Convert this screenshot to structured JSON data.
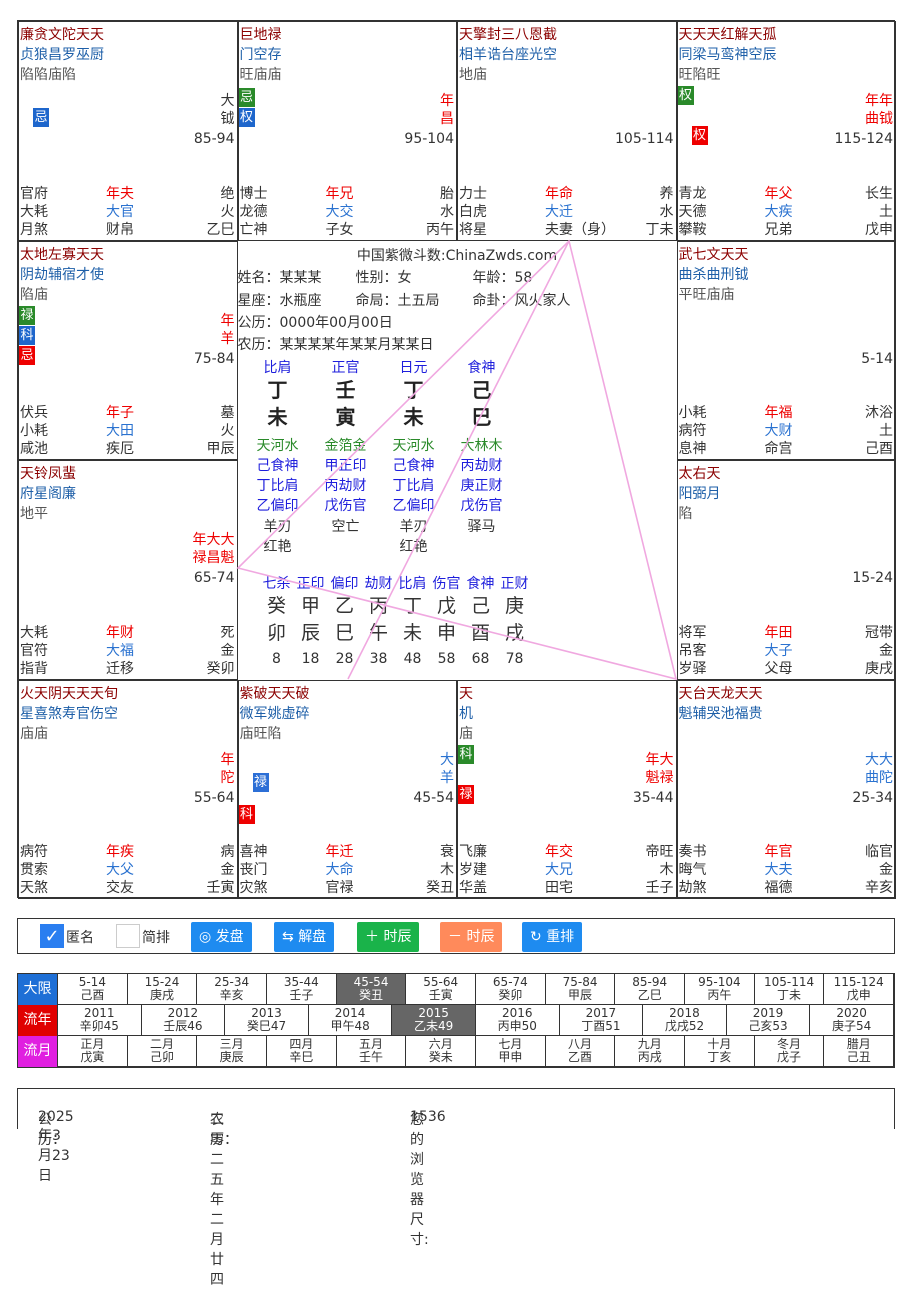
{
  "palaces": [
    {
      "id": "si",
      "s1": "廉贪文陀天天",
      "s2": "贞狼昌罗巫厨",
      "s3": "陷陷庙陷",
      "right": [
        [
          "",
          "大"
        ],
        [
          "",
          "钺"
        ]
      ],
      "age": "85-94",
      "bottom": [
        [
          "官府",
          "年夫",
          "绝"
        ],
        [
          "大耗",
          "大官",
          "火"
        ],
        [
          "月煞",
          "财帛",
          "乙巳"
        ]
      ]
    },
    {
      "id": "wu",
      "s1": "巨地禄",
      "s2": "门空存",
      "s3": "旺庙庙",
      "right": [
        [
          "red",
          "年"
        ],
        [
          "red",
          "昌"
        ]
      ],
      "age": "95-104",
      "bottom": [
        [
          "博士",
          "年兄",
          "胎"
        ],
        [
          "龙德",
          "大交",
          "水"
        ],
        [
          "亡神",
          "子女",
          "丙午"
        ]
      ]
    },
    {
      "id": "wei",
      "s1": "天擎封三八恩截",
      "s2": "相羊诰台座光空",
      "s3": "地庙",
      "right": [],
      "age": "105-114",
      "bottom": [
        [
          "力士",
          "年命",
          "养"
        ],
        [
          "白虎",
          "大迁",
          "水"
        ],
        [
          "将星",
          "夫妻（身）",
          "丁未"
        ]
      ]
    },
    {
      "id": "shen",
      "s1": "天天天红解天孤",
      "s2": "同梁马鸾神空辰",
      "s3": "旺陷旺",
      "right": [
        [
          "red",
          "年年"
        ],
        [
          "red",
          "曲钺"
        ]
      ],
      "age": "115-124",
      "bottom": [
        [
          "青龙",
          "年父",
          "长生"
        ],
        [
          "天德",
          "大疾",
          "土"
        ],
        [
          "攀鞍",
          "兄弟",
          "戊申"
        ]
      ]
    },
    {
      "id": "chen",
      "s1": "太地左寡天天",
      "s2": "阴劫辅宿才使",
      "s3": "陷庙",
      "right": [
        [
          "red",
          "年"
        ],
        [
          "red",
          "羊"
        ]
      ],
      "age": "75-84",
      "bottom": [
        [
          "伏兵",
          "年子",
          "墓"
        ],
        [
          "小耗",
          "大田",
          "火"
        ],
        [
          "咸池",
          "疾厄",
          "甲辰"
        ]
      ]
    },
    {
      "id": "you",
      "s1": "武七文天天",
      "s2": "曲杀曲刑钺",
      "s3": "平旺庙庙",
      "right": [],
      "age": "5-14",
      "bottom": [
        [
          "小耗",
          "年福",
          "沐浴"
        ],
        [
          "病符",
          "大财",
          "土"
        ],
        [
          "息神",
          "命宫",
          "己酉"
        ]
      ]
    },
    {
      "id": "mao",
      "s1": "天铃凤蜚",
      "s2": "府星阁廉",
      "s3": "地平",
      "right": [
        [
          "red",
          "年大大"
        ],
        [
          "red",
          "禄昌魁"
        ]
      ],
      "age": "65-74",
      "bottom": [
        [
          "大耗",
          "年财",
          "死"
        ],
        [
          "官符",
          "大福",
          "金"
        ],
        [
          "指背",
          "迁移",
          "癸卯"
        ]
      ]
    },
    {
      "id": "xu",
      "s1": "太右天",
      "s2": "阳弼月",
      "s3": "陷",
      "right": [],
      "age": "15-24",
      "bottom": [
        [
          "将军",
          "年田",
          "冠带"
        ],
        [
          "吊客",
          "大子",
          "金"
        ],
        [
          "岁驿",
          "父母",
          "庚戌"
        ]
      ]
    },
    {
      "id": "yin",
      "s1": "火天阴天天天旬",
      "s2": "星喜煞寿官伤空",
      "s3": "庙庙",
      "right": [
        [
          "red",
          "年"
        ],
        [
          "red",
          "陀"
        ]
      ],
      "age": "55-64",
      "bottom": [
        [
          "病符",
          "年疾",
          "病"
        ],
        [
          "贯索",
          "大父",
          "金"
        ],
        [
          "天煞",
          "交友",
          "壬寅"
        ]
      ]
    },
    {
      "id": "chou",
      "s1": "紫破天天破",
      "s2": "微军姚虚碎",
      "s3": "庙旺陷",
      "right": [
        [
          "blue",
          "大"
        ],
        [
          "blue",
          "羊"
        ]
      ],
      "age": "45-54",
      "bottom": [
        [
          "喜神",
          "年迁",
          "衰"
        ],
        [
          "丧门",
          "大命",
          "木"
        ],
        [
          "灾煞",
          "官禄",
          "癸丑"
        ]
      ]
    },
    {
      "id": "zi",
      "s1": "天",
      "s2": "机",
      "s3": "庙",
      "right": [
        [
          "red",
          "年大"
        ],
        [
          "red",
          "魁禄"
        ]
      ],
      "age": "35-44",
      "bottom": [
        [
          "飞廉",
          "年交",
          "帝旺"
        ],
        [
          "岁建",
          "大兄",
          "木"
        ],
        [
          "华盖",
          "田宅",
          "壬子"
        ]
      ]
    },
    {
      "id": "hai",
      "s1": "天台天龙天天",
      "s2": "魁辅哭池福贵",
      "s3": "",
      "right": [
        [
          "blue",
          "大大"
        ],
        [
          "blue",
          "曲陀"
        ]
      ],
      "age": "25-34",
      "bottom": [
        [
          "奏书",
          "年官",
          "临官"
        ],
        [
          "晦气",
          "大夫",
          "金"
        ],
        [
          "劫煞",
          "福德",
          "辛亥"
        ]
      ]
    }
  ],
  "badges": {
    "ji": "忌",
    "quan": "权",
    "lu": "禄",
    "ke": "科"
  },
  "center": {
    "title": "中国紫微斗数:ChinaZwds.com",
    "name_label": "姓名：",
    "name": "某某某",
    "sex_label": "性别：",
    "sex": "女",
    "age_label": "年龄：",
    "age": "58",
    "star_sign_label": "星座：",
    "star_sign": "水瓶座",
    "ju_label": "命局：",
    "ju": "土五局",
    "gua_label": "命卦：",
    "gua": "风火家人",
    "solar_label": "公历：",
    "solar": "0000年00月00日",
    "lunar_label": "农历：",
    "lunar": "某某某某年某某月某某日",
    "pillars": [
      {
        "top": "比肩",
        "gan": "丁",
        "zhi": "未",
        "nayin": "天河水",
        "h1": "己食神",
        "h2": "丁比肩",
        "h3": "乙偏印",
        "sha1": "羊刃",
        "sha2": "红艳"
      },
      {
        "top": "正官",
        "gan": "壬",
        "zhi": "寅",
        "nayin": "金箔金",
        "h1": "甲正印",
        "h2": "丙劫财",
        "h3": "戊伤官",
        "sha1": "空亡",
        "sha2": ""
      },
      {
        "top": "日元",
        "gan": "丁",
        "zhi": "未",
        "nayin": "天河水",
        "h1": "己食神",
        "h2": "丁比肩",
        "h3": "乙偏印",
        "sha1": "羊刃",
        "sha2": "红艳"
      },
      {
        "top": "食神",
        "gan": "己",
        "zhi": "巳",
        "nayin": "大林木",
        "h1": "丙劫财",
        "h2": "庚正财",
        "h3": "戊伤官",
        "sha1": "驿马",
        "sha2": ""
      }
    ],
    "dayun": [
      {
        "god": "七杀",
        "gan": "癸",
        "zhi": "卯",
        "age": "8"
      },
      {
        "god": "正印",
        "gan": "甲",
        "zhi": "辰",
        "age": "18"
      },
      {
        "god": "偏印",
        "gan": "乙",
        "zhi": "巳",
        "age": "28"
      },
      {
        "god": "劫财",
        "gan": "丙",
        "zhi": "午",
        "age": "38"
      },
      {
        "god": "比肩",
        "gan": "丁",
        "zhi": "未",
        "age": "48"
      },
      {
        "god": "伤官",
        "gan": "戊",
        "zhi": "申",
        "age": "58"
      },
      {
        "god": "食神",
        "gan": "己",
        "zhi": "酉",
        "age": "68"
      },
      {
        "god": "正财",
        "gan": "庚",
        "zhi": "戌",
        "age": "78"
      }
    ]
  },
  "toolbar": {
    "anon_label": "匿名",
    "simple_label": "简排",
    "fapan": "发盘",
    "jiepan": "解盘",
    "plus_shichen": "时辰",
    "minus_shichen": "时辰",
    "reset": "重排",
    "check_mark": "✓",
    "plus": "＋",
    "minus": "－",
    "icon_fapan": "◎",
    "icon_jiepan": "⇆",
    "icon_reset": "↻"
  },
  "daxian": {
    "label": "大限",
    "color": "#1e6fd6",
    "items": [
      [
        "5-14",
        "己酉"
      ],
      [
        "15-24",
        "庚戌"
      ],
      [
        "25-34",
        "辛亥"
      ],
      [
        "35-44",
        "壬子"
      ],
      [
        "45-54",
        "癸丑"
      ],
      [
        "55-64",
        "壬寅"
      ],
      [
        "65-74",
        "癸卯"
      ],
      [
        "75-84",
        "甲辰"
      ],
      [
        "85-94",
        "乙巳"
      ],
      [
        "95-104",
        "丙午"
      ],
      [
        "105-114",
        "丁未"
      ],
      [
        "115-124",
        "戊申"
      ]
    ],
    "selected": 4
  },
  "liunian": {
    "label": "流年",
    "color": "#e00000",
    "items": [
      [
        "2011",
        "辛卯45"
      ],
      [
        "2012",
        "壬辰46"
      ],
      [
        "2013",
        "癸巳47"
      ],
      [
        "2014",
        "甲午48"
      ],
      [
        "2015",
        "乙未49"
      ],
      [
        "2016",
        "丙申50"
      ],
      [
        "2017",
        "丁酉51"
      ],
      [
        "2018",
        "戊戌52"
      ],
      [
        "2019",
        "己亥53"
      ],
      [
        "2020",
        "庚子54"
      ]
    ],
    "selected": 4
  },
  "liuyue": {
    "label": "流月",
    "color": "#e01fe0",
    "items": [
      [
        "正月",
        "戊寅"
      ],
      [
        "二月",
        "己卯"
      ],
      [
        "三月",
        "庚辰"
      ],
      [
        "四月",
        "辛巳"
      ],
      [
        "五月",
        "壬午"
      ],
      [
        "六月",
        "癸未"
      ],
      [
        "七月",
        "甲申"
      ],
      [
        "八月",
        "乙酉"
      ],
      [
        "九月",
        "丙戌"
      ],
      [
        "十月",
        "丁亥"
      ],
      [
        "冬月",
        "戊子"
      ],
      [
        "腊月",
        "己丑"
      ]
    ],
    "selected": -1
  },
  "footer": {
    "solar_label": "公历：",
    "solar": "2025年3月23日",
    "lunar_label": "农历：",
    "lunar": "二零二五年二月廿四",
    "size_label": "您的浏览器尺寸: ",
    "size": "1536"
  }
}
